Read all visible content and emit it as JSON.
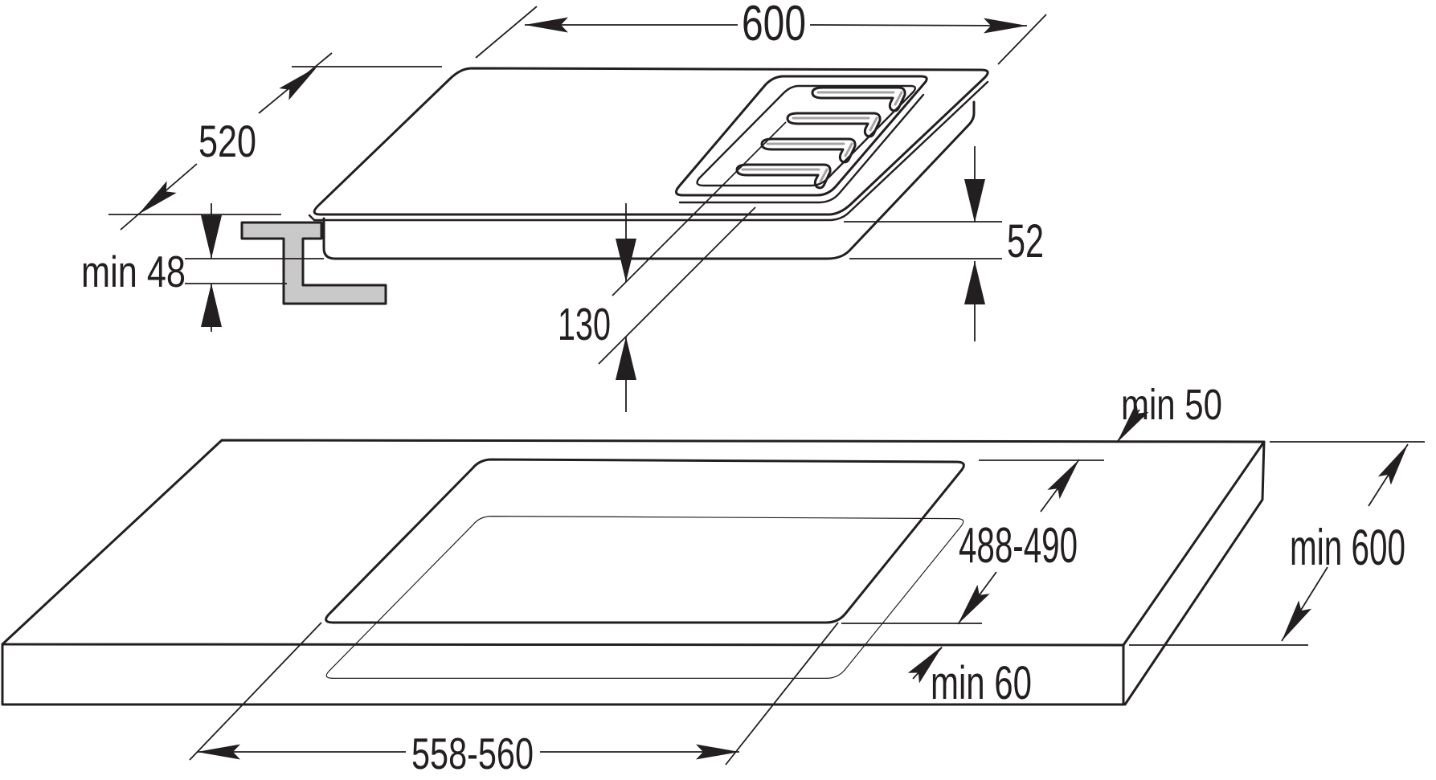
{
  "figure": {
    "type": "technical-installation-diagram",
    "subject": "built-in gas hob installation dimensions",
    "colors": {
      "line": "#231f20",
      "background": "#ffffff",
      "bracket_fill": "#c9c9c9",
      "shade": "#a5a5a5"
    },
    "hob_view": {
      "width_label": "600",
      "depth_label": "520",
      "height_label": "52",
      "clearance_below_label": "min 48",
      "burner_offset_label": "130"
    },
    "worktop_view": {
      "cutout_width_label": "558-560",
      "cutout_depth_label": "488-490",
      "rear_clearance_label": "min 50",
      "front_clearance_label": "min 60",
      "worktop_depth_label": "min 600"
    }
  }
}
